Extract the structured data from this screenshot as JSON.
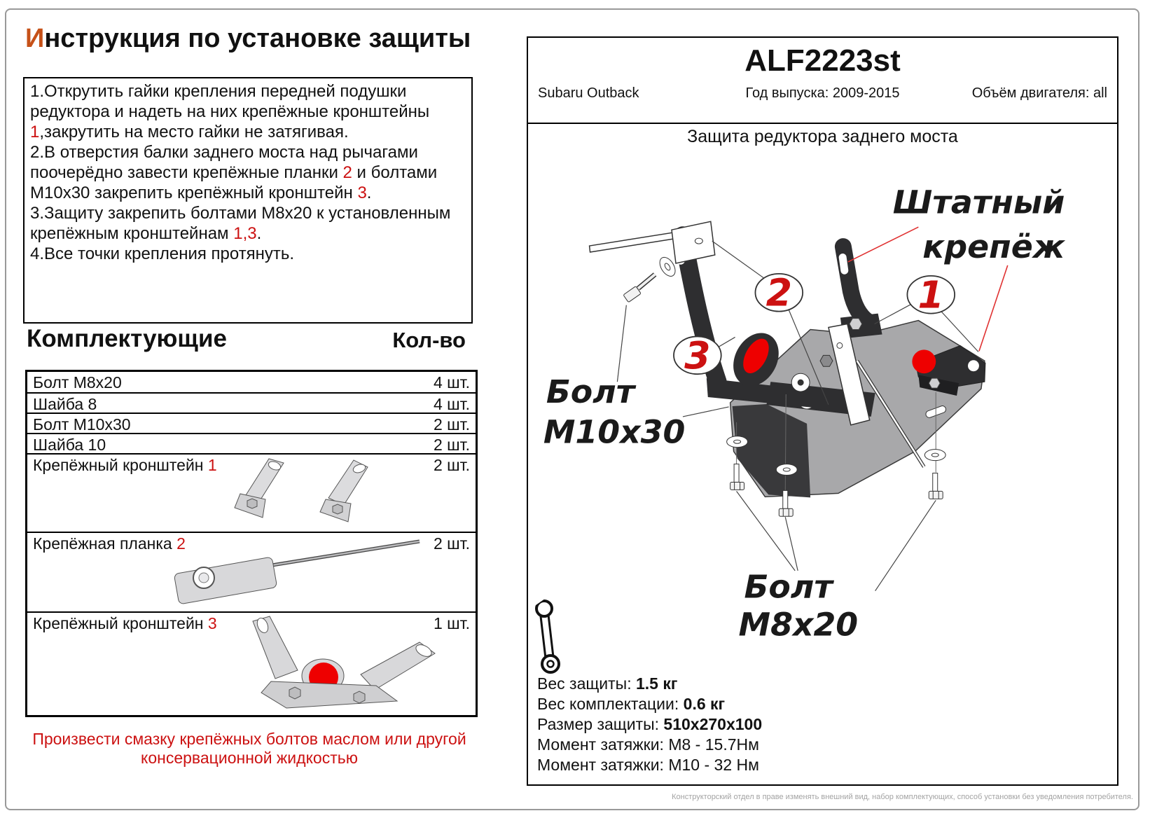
{
  "colors": {
    "accent_orange": "#c65118",
    "red_text": "#cc1111",
    "highlight_red": "#ee0000",
    "bracket_dark": "#2e2e30",
    "plate_gray": "#a8a8aa"
  },
  "page_title": {
    "accent": "И",
    "rest": "нструкция по установке защиты"
  },
  "instructions": {
    "s1a": "1.Открутить гайки крепления передней подушки редуктора и надеть на них крепёжные кронштейны ",
    "s1b": "1",
    "s1c": ",закрутить на место гайки не затягивая.",
    "s2a": "2.В отверстия балки заднего моста над рычагами поочерёдно завести крепёжные планки ",
    "s2b": "2",
    "s2c": " и болтами М10х30 закрепить крепёжный кронштейн ",
    "s2d": "3",
    "s2e": ".",
    "s3a": "3.Защиту закрепить болтами М8х20 к установленным крепёжным кронштейнам ",
    "s3b": "1,3",
    "s3c": ".",
    "s4": "4.Все точки крепления протянуть."
  },
  "parts": {
    "heading": "Комплектующие",
    "qty_heading": "Кол-во",
    "rows": [
      {
        "name": "Болт М8х20",
        "num": "",
        "qty": "4 шт."
      },
      {
        "name": "Шайба 8",
        "num": "",
        "qty": "4 шт."
      },
      {
        "name": "Болт М10х30",
        "num": "",
        "qty": "2 шт."
      },
      {
        "name": "Шайба 10",
        "num": "",
        "qty": "2 шт."
      },
      {
        "name": "Крепёжный кронштейн ",
        "num": "1",
        "qty": "2 шт."
      },
      {
        "name": "Крепёжная планка ",
        "num": "2",
        "qty": "2 шт."
      },
      {
        "name": "Крепёжный кронштейн ",
        "num": "3",
        "qty": "1 шт."
      }
    ]
  },
  "note": {
    "line1": "Произвести смазку крепёжных болтов маслом или другой",
    "line2": "консервационной жидкостью"
  },
  "panel": {
    "code": "ALF2223st",
    "car": "Subaru Outback",
    "year": "Год выпуска: 2009-2015",
    "engine": "Объём двигателя: all",
    "diagram_title": "Защита редуктора заднего моста"
  },
  "diagram": {
    "oem1": "Штатный",
    "oem2": "крепёж",
    "m10a": "Болт",
    "m10b": "М10х30",
    "m8a": "Болт",
    "m8b": "М8х20",
    "c1": "1",
    "c2": "2",
    "c3": "3"
  },
  "specs": {
    "rows": [
      {
        "label": "Вес защиты: ",
        "value": "1.5 кг"
      },
      {
        "label": "Вес комплектации: ",
        "value": "0.6 кг"
      },
      {
        "label": "Размер защиты: ",
        "value": "510х270х100"
      },
      {
        "label": "Момент затяжки:  ",
        "value": "М8 - 15.7Нм"
      },
      {
        "label": "Момент затяжки:  ",
        "value": "М10 - 32 Нм"
      }
    ]
  },
  "footer": "Конструкторский отдел в праве изменять внешний вид, набор комплектующих, способ установки без уведомления потребителя."
}
